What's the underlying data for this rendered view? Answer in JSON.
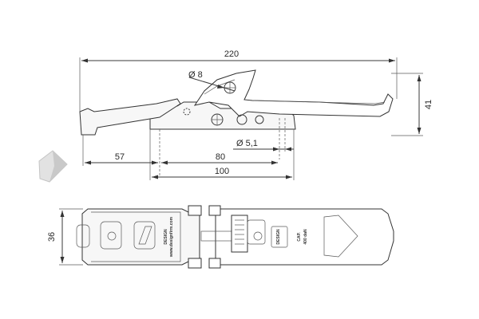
{
  "dimensions": {
    "overall_length": "220",
    "height": "41",
    "hole_diameter_top": "Ø 8",
    "hole_diameter_bottom": "Ø 5,1",
    "offset_left": "57",
    "hole_spacing": "80",
    "base_length": "100",
    "width_bottom_view": "36"
  },
  "markings": {
    "base_plate_stamp": "DESIGN",
    "base_plate_site": "www.designfirm.com",
    "lever_stamp": "DESIGN",
    "lever_capacity_label": "CAP.",
    "lever_capacity_value": "400 daN"
  },
  "colors": {
    "line": "#3a3a3a",
    "fill": "#f7f7f7",
    "nav_arrow": "#cfcfcf"
  },
  "nav": {
    "icon": "chevron-left-icon"
  }
}
